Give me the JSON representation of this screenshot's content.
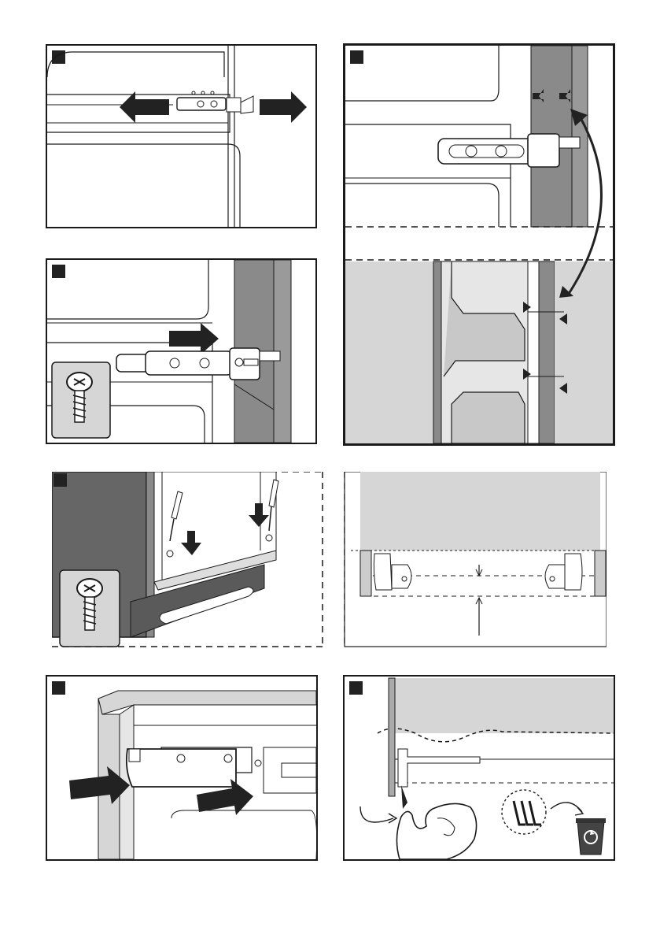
{
  "page": {
    "background": "#ffffff",
    "line_color": "#1a1a1a",
    "door_gray": "#8a8a8a",
    "panel_gray": "#d6d6d6",
    "arrow_color": "#222222"
  },
  "steps": [
    {
      "id": "step-1",
      "icons": [
        "double-horizontal-arrow-icon",
        "hinge-bracket-icon"
      ]
    },
    {
      "id": "step-2",
      "icons": [
        "right-arrow-icon",
        "hinge-bracket-icon",
        "screw-icon"
      ]
    },
    {
      "id": "step-3",
      "icons": [
        "alignment-marks-icon",
        "curved-double-arrow-icon"
      ]
    },
    {
      "id": "step-4",
      "icons": [
        "screwdriver-icon",
        "screw-icon",
        "dimension-arrow-icon"
      ]
    },
    {
      "id": "step-5",
      "icons": [
        "push-arrow-icon",
        "cover-cap-icon"
      ]
    },
    {
      "id": "step-6",
      "icons": [
        "hand-icon",
        "hex-key-icon",
        "recycle-bin-icon"
      ]
    }
  ]
}
